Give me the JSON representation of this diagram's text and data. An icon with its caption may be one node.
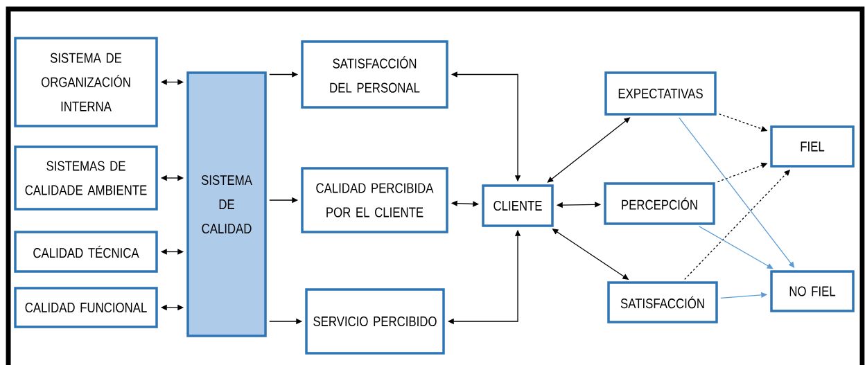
{
  "diagram": {
    "nodes": [
      {
        "text": [
          "SISTEMA DE ORGANIZACIÓN INTERNA"
        ]
      },
      {
        "text": [
          "SISTEMAS DE CALIDADE AMBIENTE"
        ]
      },
      {
        "text": [
          "CALIDAD TÉCNICA"
        ]
      },
      {
        "text": [
          "CALIDAD FUNCIONAL"
        ]
      },
      {
        "text": [
          "SISTEMA DE CALIDAD"
        ]
      },
      {
        "text": [
          "SATISFACCIÓN DEL PERSONAL"
        ]
      },
      {
        "text": [
          "CALIDAD PERCIBIDA POR EL CLIENTE"
        ]
      },
      {
        "text": [
          "SERVICIO PERCIBIDO"
        ]
      },
      {
        "text": [
          "CLIENTE"
        ]
      },
      {
        "text": [
          "EXPECTATIVAS"
        ]
      },
      {
        "text": [
          "PERCEPCIÓN"
        ]
      },
      {
        "text": [
          "SATISFACCIÓN"
        ]
      },
      {
        "text": [
          "FIEL"
        ]
      },
      {
        "text": [
          "NO FIEL"
        ]
      }
    ],
    "edges": [
      {
        "from": 0,
        "to": 4,
        "arrow": "both"
      },
      {
        "from": 1,
        "to": 4,
        "arrow": "both"
      },
      {
        "from": 2,
        "to": 4,
        "arrow": "both"
      },
      {
        "from": 3,
        "to": 4,
        "arrow": "both"
      },
      {
        "from": 4,
        "to": 5,
        "arrow": "to"
      },
      {
        "from": 4,
        "to": 6,
        "arrow": "to"
      },
      {
        "from": 4,
        "to": 7,
        "arrow": "to"
      },
      {
        "from": 8,
        "to": 5,
        "arrow": "both"
      },
      {
        "from": 6,
        "to": 8,
        "arrow": "both"
      },
      {
        "from": 8,
        "to": 7,
        "arrow": "both"
      },
      {
        "from": 8,
        "to": 9,
        "arrow": "both"
      },
      {
        "from": 8,
        "to": 10,
        "arrow": "both"
      },
      {
        "from": 8,
        "to": 11,
        "arrow": "both"
      },
      {
        "from": 9,
        "to": 12,
        "arrow": "to",
        "style": "dashed"
      },
      {
        "from": 10,
        "to": 12,
        "arrow": "to",
        "style": "dashed"
      },
      {
        "from": 11,
        "to": 12,
        "arrow": "to",
        "style": "dashed"
      },
      {
        "from": 9,
        "to": 13,
        "arrow": "to",
        "color": "#5b9bd5"
      },
      {
        "from": 10,
        "to": 13,
        "arrow": "to",
        "color": "#5b9bd5"
      },
      {
        "from": 11,
        "to": 13,
        "arrow": "to",
        "color": "#5b9bd5"
      }
    ]
  }
}
